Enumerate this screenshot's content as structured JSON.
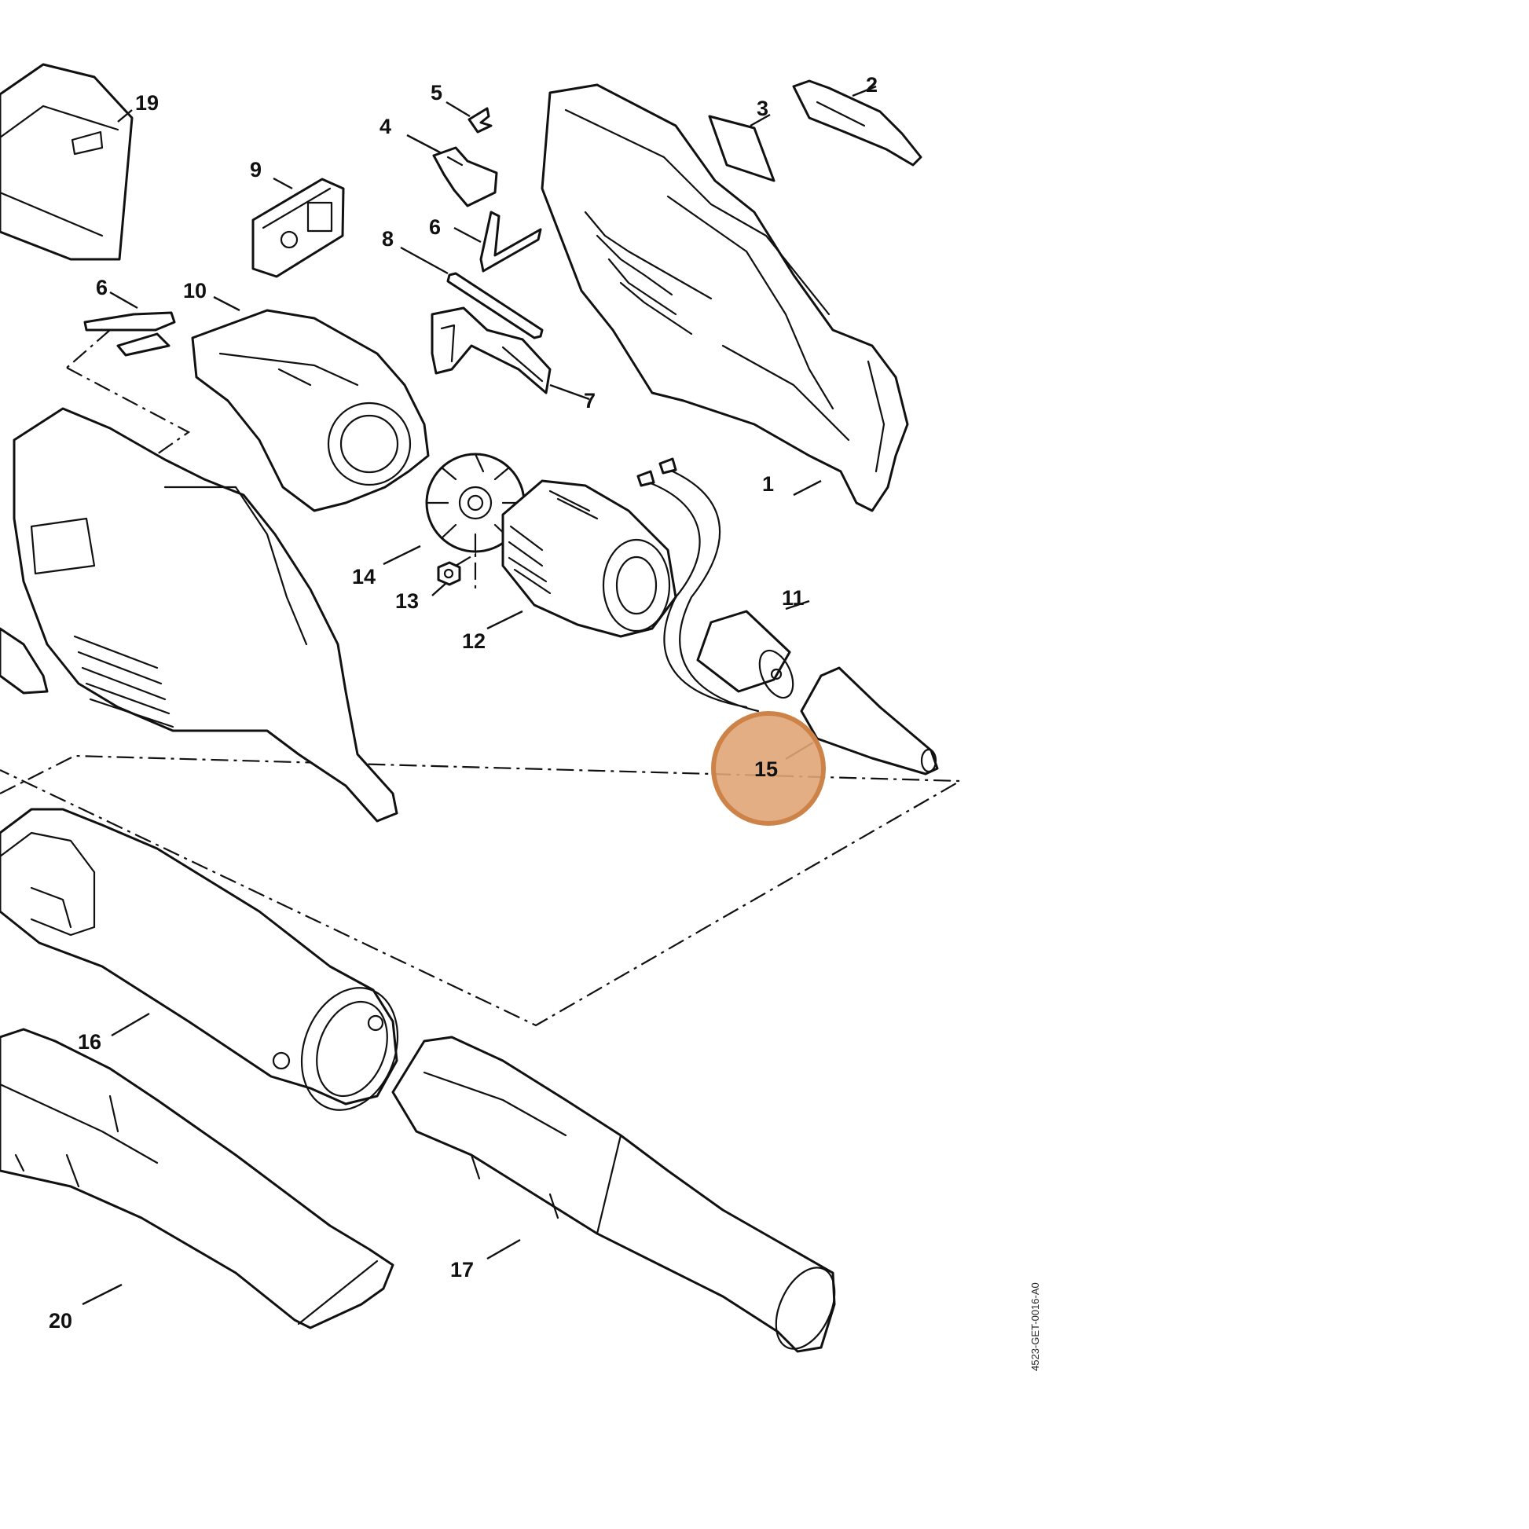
{
  "diagram": {
    "document_id": "4523-GET-0016-A0",
    "highlight_color": "#e0a577",
    "highlight_stroke": "#cd8348",
    "highlighted_callout": "15",
    "callouts": {
      "c1": "1",
      "c2": "2",
      "c3": "3",
      "c4": "4",
      "c5": "5",
      "c6a": "6",
      "c6b": "6",
      "c7": "7",
      "c8": "8",
      "c9": "9",
      "c10": "10",
      "c11": "11",
      "c12": "12",
      "c13": "13",
      "c14": "14",
      "c15": "15",
      "c16": "16",
      "c17": "17",
      "c19": "19",
      "c20": "20"
    }
  }
}
